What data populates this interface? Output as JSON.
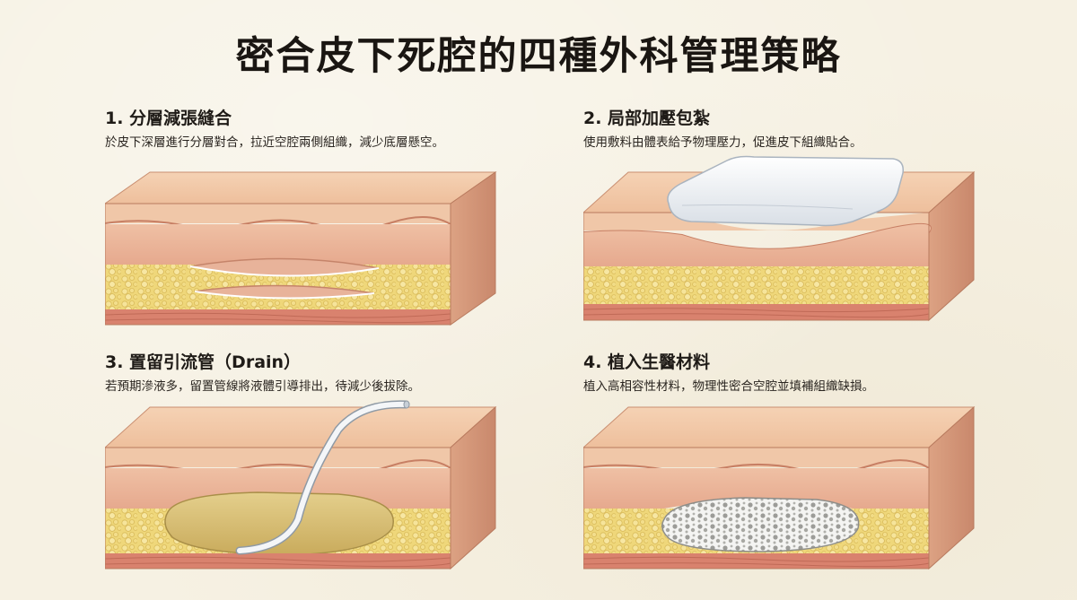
{
  "title": "密合皮下死腔的四種外科管理策略",
  "colors": {
    "background": "#f6f1e3",
    "skin_top": "#f0c6a4",
    "dermis": "#eab79c",
    "fat": "#efd77a",
    "muscle": "#d9826e",
    "seroma_fluid": "#d8c07a",
    "dressing": "#eef2f6",
    "drain_tube": "#f4f6f8"
  },
  "panels": [
    {
      "title": "1. 分層減張縫合",
      "description": "於皮下深層進行分層對合，拉近空腔兩側組織，減少底層懸空。"
    },
    {
      "title": "2. 局部加壓包紮",
      "description": "使用敷料由體表給予物理壓力，促進皮下組織貼合。"
    },
    {
      "title": "3. 置留引流管（Drain）",
      "description": "若預期滲液多，留置管線將液體引導排出，待減少後拔除。"
    },
    {
      "title": "4. 植入生醫材料",
      "description": "植入高相容性材料，物理性密合空腔並填補組織缺損。"
    }
  ]
}
